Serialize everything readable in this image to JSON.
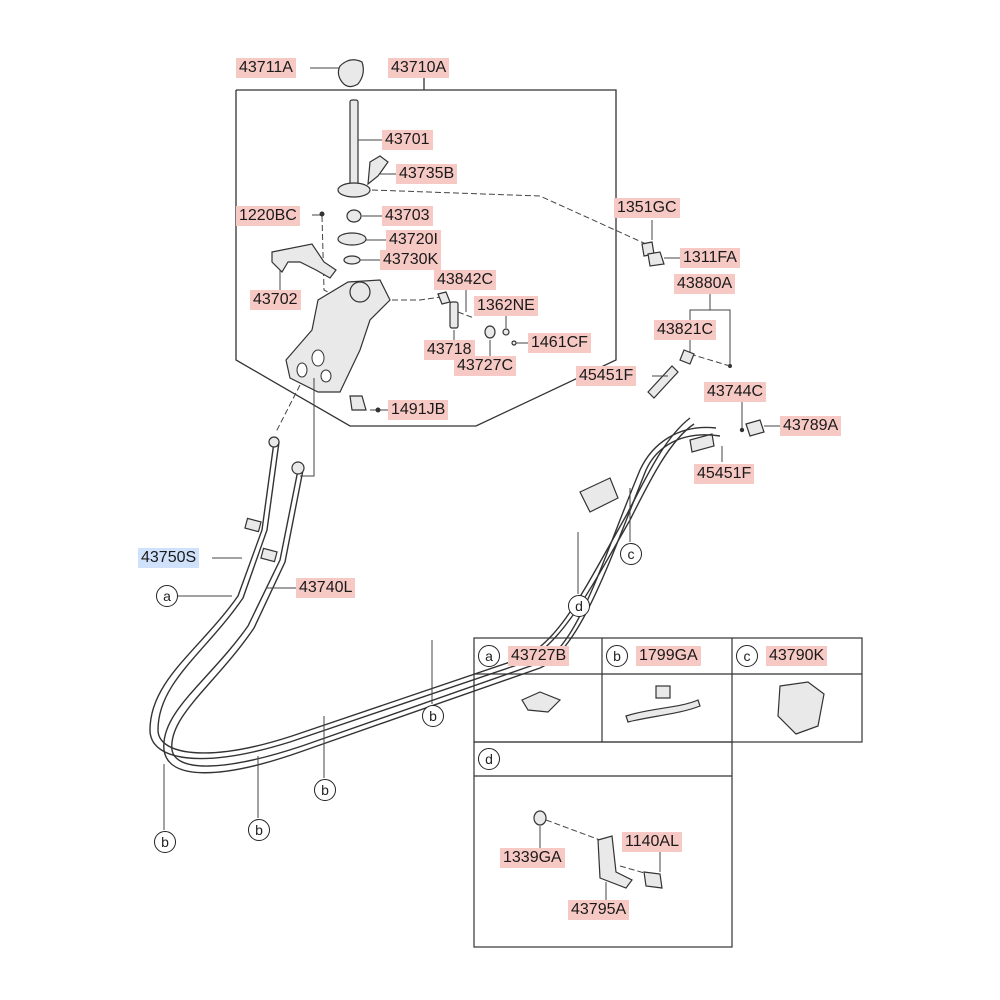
{
  "parts": {
    "p43711A": "43711A",
    "p43710A": "43710A",
    "p43701": "43701",
    "p43735B": "43735B",
    "p1220BC": "1220BC",
    "p43703": "43703",
    "p43720I": "43720I",
    "p43730K": "43730K",
    "p43702": "43702",
    "p43842C": "43842C",
    "p1362NE": "1362NE",
    "p43718": "43718",
    "p1461CF": "1461CF",
    "p43727C": "43727C",
    "p1491JB": "1491JB",
    "p1351GC": "1351GC",
    "p1311FA": "1311FA",
    "p43880A": "43880A",
    "p43821C": "43821C",
    "p45451F_top": "45451F",
    "p43744C": "43744C",
    "p43789A": "43789A",
    "p45451F_bottom": "45451F",
    "p43750S": "43750S",
    "p43740L": "43740L"
  },
  "callouts": {
    "a": "a",
    "b": "b",
    "c": "c",
    "d": "d"
  },
  "legend": {
    "a_part": "43727B",
    "b_part": "1799GA",
    "c_part": "43790K",
    "d_part_1": "1339GA",
    "d_part_2": "1140AL",
    "d_part_3": "43795A"
  },
  "colors": {
    "label_bg": "#f7c9c5",
    "selected_label_bg": "#cfe1fb"
  }
}
